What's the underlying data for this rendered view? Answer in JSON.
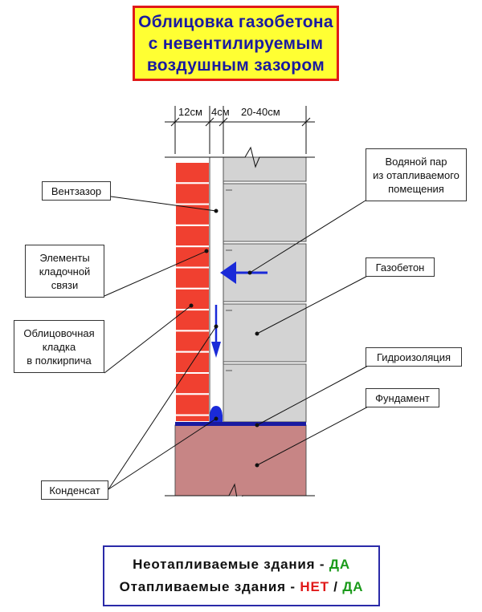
{
  "title": {
    "line1": "Облицовка газобетона",
    "line2": "с невентилируемым",
    "line3": "воздушным зазором"
  },
  "dimensions": {
    "brick": "12см",
    "gap": "4см",
    "block": "20-40см"
  },
  "labels": {
    "ventgap": "Вентзазор",
    "ties": [
      "Элементы",
      "кладочной",
      "связи"
    ],
    "facing": [
      "Облицовочная",
      "кладка",
      "в полкирпича"
    ],
    "condensate": "Конденсат",
    "vapor": [
      "Водяной пар",
      "из отапливаемого",
      "помещения"
    ],
    "aerated": "Газобетон",
    "waterproof": "Гидроизоляция",
    "foundation": "Фундамент"
  },
  "summary": {
    "line1_text": "Неотапливаемые здания - ",
    "line1_yes": "ДА",
    "line2_text": "Отапливаемые здания - ",
    "line2_no": "НЕТ",
    "line2_sep": " / ",
    "line2_yes": "ДА"
  },
  "colors": {
    "title_bg": "#ffff33",
    "title_border": "#e01a1a",
    "title_text": "#1a1aa0",
    "brick": "#f04030",
    "block": "#d3d3d3",
    "foundation": "#c78585",
    "waterproofing": "#1a1aa0",
    "arrow": "#1a2ad8",
    "yes": "#1a9a1a",
    "no": "#e01a1a"
  }
}
